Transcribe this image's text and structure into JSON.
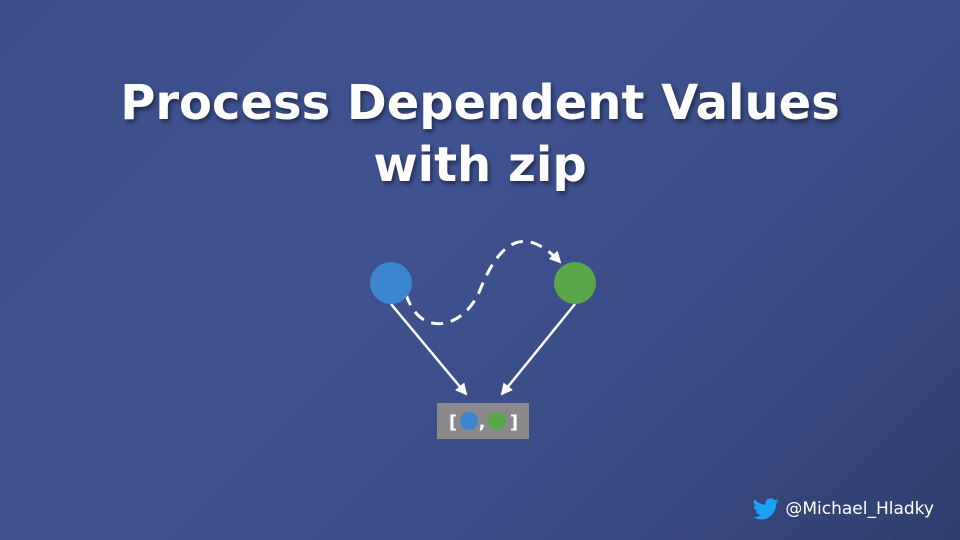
{
  "slide": {
    "title_line1": "Process Dependent Values",
    "title_line2": "with zip",
    "handle": "@Michael_Hladky",
    "icon": "twitter-bird-icon"
  },
  "diagram": {
    "nodes": [
      {
        "name": "first-value-circle",
        "color": "#3d86cf"
      },
      {
        "name": "second-value-circle",
        "color": "#5aa64a"
      }
    ],
    "result_box": {
      "open_bracket": "[",
      "separator": ",",
      "close_bracket": "]",
      "color": "#8a8a8a"
    },
    "connector_color": "#ffffff"
  }
}
